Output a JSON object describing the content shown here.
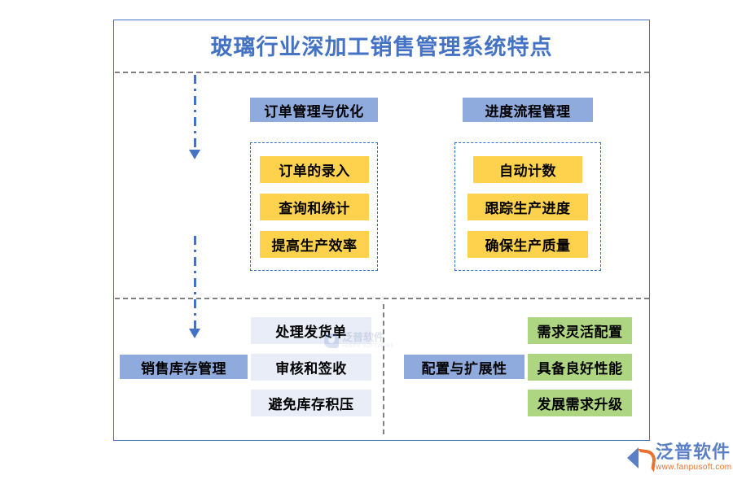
{
  "title": "玻璃行业深加工销售管理系统特点",
  "colors": {
    "frame_border": "#4472C4",
    "title": "#4472C4",
    "blue_node": "#8FAADC",
    "yellow_node": "#FFD24D",
    "green_node": "#AED581",
    "lightblue_node": "#E8EDF8",
    "divider": "#808080",
    "dashed_group": "#2F6FD0",
    "connector": "#4472C4"
  },
  "sections": {
    "top": {
      "groups": [
        {
          "header": "订单管理与优化",
          "items": [
            "订单的录入",
            "查询和统计",
            "提高生产效率"
          ]
        },
        {
          "header": "进度流程管理",
          "items": [
            "自动计数",
            "跟踪生产进度",
            "确保生产质量"
          ]
        }
      ]
    },
    "bottom": {
      "groups": [
        {
          "header": "销售库存管理",
          "items": [
            "处理发货单",
            "审核和签收",
            "避免库存积压"
          ]
        },
        {
          "header": "配置与扩展性",
          "items": [
            "需求灵活配置",
            "具备良好性能",
            "发展需求升级"
          ]
        }
      ]
    }
  },
  "watermark": {
    "brand_cn": "泛普软件",
    "brand_en": "FANPU SOFTWARE"
  },
  "logo": {
    "brand_cn": "泛普软件",
    "url": "www.fanpusoft.com"
  }
}
